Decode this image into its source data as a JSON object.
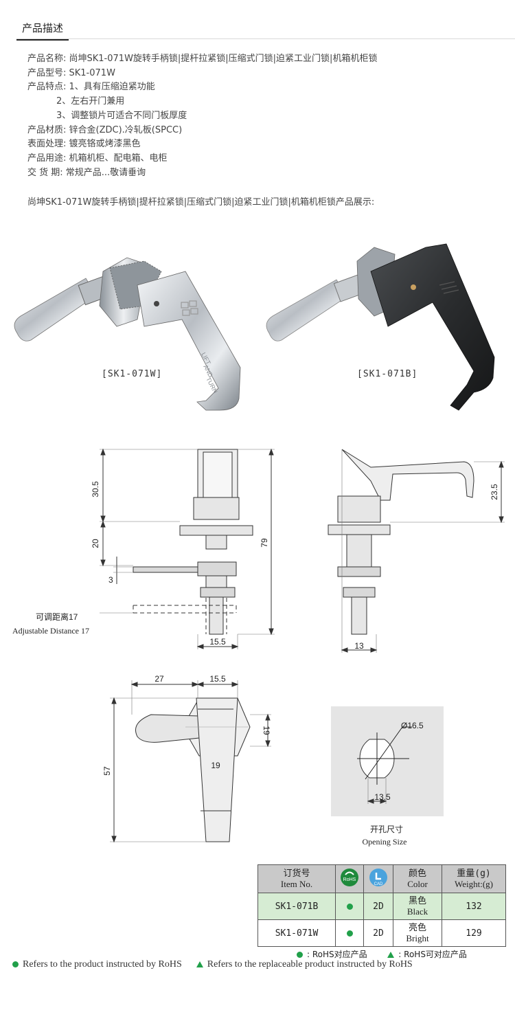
{
  "section": {
    "title": "产品描述"
  },
  "specs": [
    "产品名称: 尚坤SK1-071W旋转手柄锁|提杆拉紧锁|压缩式门锁|迫紧工业门锁|机箱机柜锁",
    "产品型号: SK1-071W",
    "产品特点: 1、具有压缩迫紧功能",
    "2、左右开门兼用",
    "3、调整锁片可适合不同门板厚度",
    "产品材质: 锌合金(ZDC).冷轧板(SPCC)",
    "表面处理: 镀亮铬或烤漆黑色",
    "产品用途: 机箱机柜、配电箱、电柜",
    "交 货 期: 常规产品...敬请垂询"
  ],
  "showcase_title": "尚坤SK1-071W旋转手柄锁|提杆拉紧锁|压缩式门锁|迫紧工业门锁|机箱机柜锁产品展示:",
  "photos": {
    "left_caption": "[SK1-071W]",
    "right_caption": "[SK1-071B]",
    "handle_text": [
      "LIFT",
      "AND",
      "TURN"
    ]
  },
  "drawing": {
    "front": {
      "d_top": "30.5",
      "d_mid": "20",
      "d_total": "79",
      "d_plate": "3",
      "d_width": "15.5",
      "adj_cn": "可调距离17",
      "adj_en": "Adjustable Distance 17"
    },
    "side": {
      "d_handle": "23.5",
      "d_width": "13"
    },
    "top": {
      "d_left": "27",
      "d_width": "15.5",
      "d_height": "57",
      "d_hex": "19",
      "d_hex_w": "19"
    },
    "opening": {
      "diameter": "Ø16.5",
      "width": "13.5",
      "label_cn": "开孔尺寸",
      "label_en": "Opening Size"
    }
  },
  "table": {
    "headers": {
      "item_cn": "订货号",
      "item_en": "Item No.",
      "rohs": "RoHS",
      "cad": "CAD",
      "color_cn": "颜色",
      "color_en": "Color",
      "weight_cn": "重量(g)",
      "weight_en": "Weight:(g)"
    },
    "rows": [
      {
        "item": "SK1-071B",
        "cad": "2D",
        "color_cn": "黑色",
        "color_en": "Black",
        "weight": "132"
      },
      {
        "item": "SK1-071W",
        "cad": "2D",
        "color_cn": "亮色",
        "color_en": "Bright",
        "weight": "129"
      }
    ]
  },
  "legend": {
    "rohs_cn": ": RoHS对应产品",
    "replace_cn": ": RoHS可对应产品",
    "rohs_en": "Refers to the product instructed by RoHS",
    "replace_en": "Refers to the replaceable product instructed by RoHS"
  },
  "colors": {
    "rohs_green": "#21a04a",
    "row_highlight": "#d6ecd3",
    "header_gray": "#c9c9c9"
  }
}
